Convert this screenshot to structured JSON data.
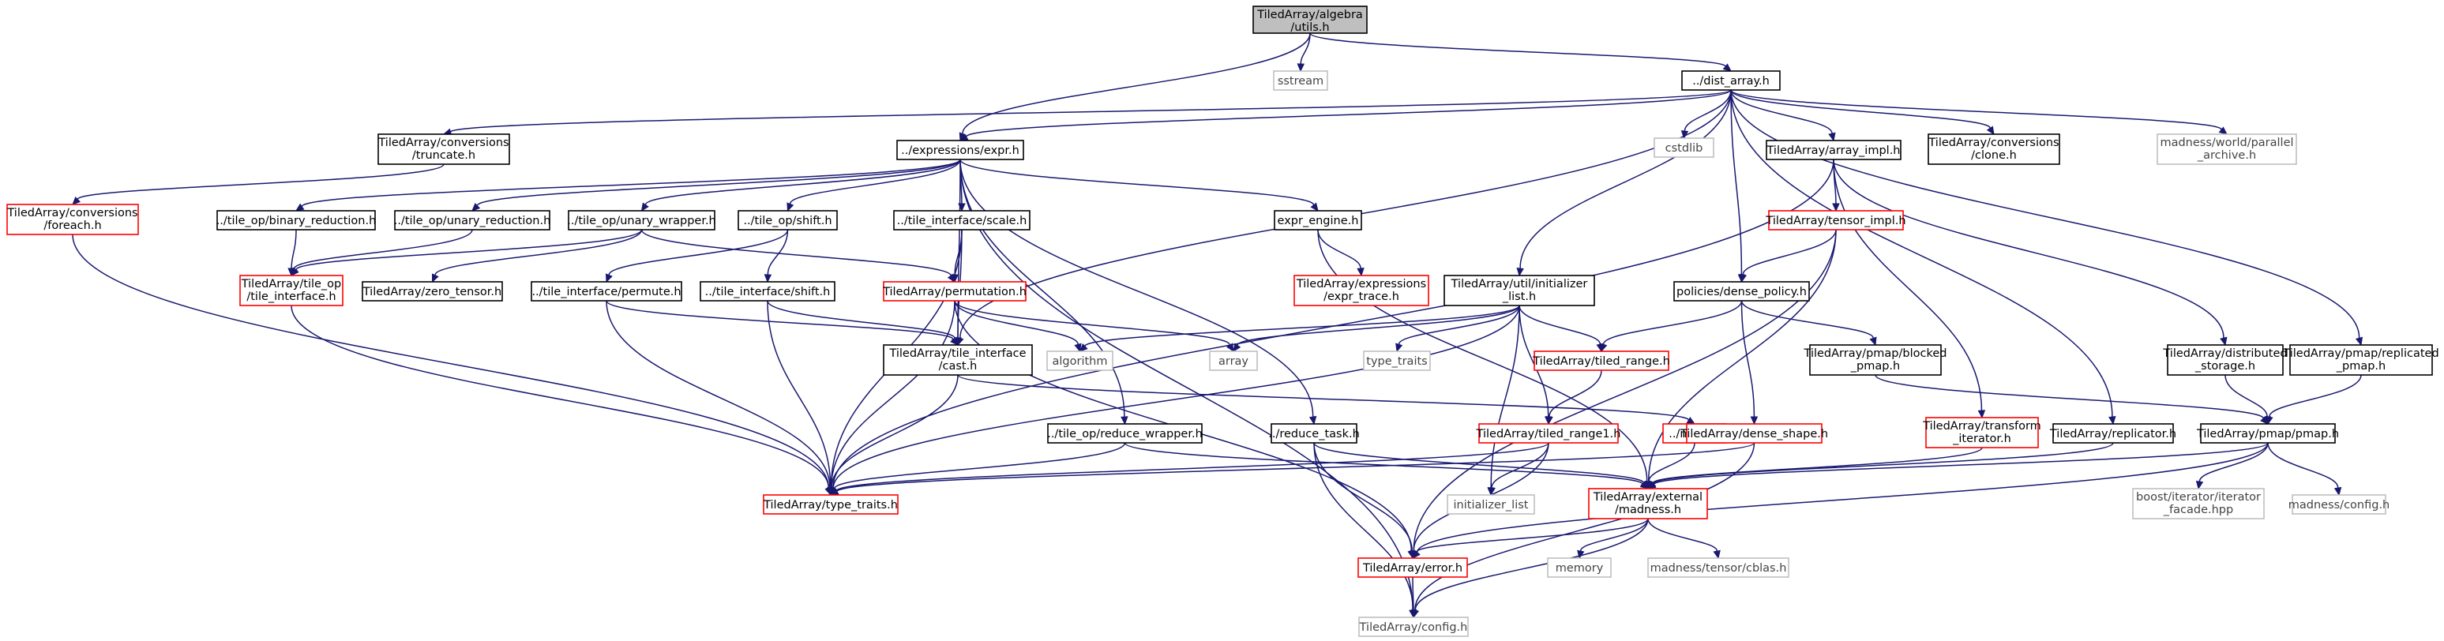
{
  "nodes": [
    {
      "id": "root",
      "lines": [
        "TiledArray/algebra",
        "/utils.h"
      ],
      "style": "root"
    },
    {
      "id": "sstream",
      "lines": [
        "sstream"
      ],
      "style": "gray"
    },
    {
      "id": "dist_array",
      "lines": [
        "../dist_array.h"
      ],
      "style": "black"
    },
    {
      "id": "truncate",
      "lines": [
        "TiledArray/conversions",
        "/truncate.h"
      ],
      "style": "black"
    },
    {
      "id": "expr",
      "lines": [
        "../expressions/expr.h"
      ],
      "style": "black"
    },
    {
      "id": "cstdlib",
      "lines": [
        "cstdlib"
      ],
      "style": "gray"
    },
    {
      "id": "array_impl",
      "lines": [
        "TiledArray/array_impl.h"
      ],
      "style": "black"
    },
    {
      "id": "clone",
      "lines": [
        "TiledArray/conversions",
        "/clone.h"
      ],
      "style": "black"
    },
    {
      "id": "parallel_archive",
      "lines": [
        "madness/world/parallel",
        "_archive.h"
      ],
      "style": "gray"
    },
    {
      "id": "foreach",
      "lines": [
        "TiledArray/conversions",
        "/foreach.h"
      ],
      "style": "red"
    },
    {
      "id": "binary_reduction",
      "lines": [
        "../tile_op/binary_reduction.h"
      ],
      "style": "black"
    },
    {
      "id": "unary_reduction",
      "lines": [
        "../tile_op/unary_reduction.h"
      ],
      "style": "black"
    },
    {
      "id": "unary_wrapper",
      "lines": [
        "../tile_op/unary_wrapper.h"
      ],
      "style": "black"
    },
    {
      "id": "shift",
      "lines": [
        "../tile_op/shift.h"
      ],
      "style": "black"
    },
    {
      "id": "scale",
      "lines": [
        "../tile_interface/scale.h"
      ],
      "style": "black"
    },
    {
      "id": "expr_engine",
      "lines": [
        "expr_engine.h"
      ],
      "style": "black"
    },
    {
      "id": "tensor_impl",
      "lines": [
        "TiledArray/tensor_impl.h"
      ],
      "style": "red"
    },
    {
      "id": "tile_interface_h",
      "lines": [
        "TiledArray/tile_op",
        "/tile_interface.h"
      ],
      "style": "red"
    },
    {
      "id": "zero_tensor",
      "lines": [
        "TiledArray/zero_tensor.h"
      ],
      "style": "black"
    },
    {
      "id": "permute",
      "lines": [
        "../tile_interface/permute.h"
      ],
      "style": "black"
    },
    {
      "id": "ti_shift",
      "lines": [
        "../tile_interface/shift.h"
      ],
      "style": "black"
    },
    {
      "id": "permutation",
      "lines": [
        "TiledArray/permutation.h"
      ],
      "style": "red"
    },
    {
      "id": "expr_trace",
      "lines": [
        "TiledArray/expressions",
        "/expr_trace.h"
      ],
      "style": "red"
    },
    {
      "id": "initializer",
      "lines": [
        "TiledArray/util/initializer",
        "_list.h"
      ],
      "style": "black"
    },
    {
      "id": "dense_policy",
      "lines": [
        "policies/dense_policy.h"
      ],
      "style": "black"
    },
    {
      "id": "cast",
      "lines": [
        "TiledArray/tile_interface",
        "/cast.h"
      ],
      "style": "black"
    },
    {
      "id": "algorithm",
      "lines": [
        "algorithm"
      ],
      "style": "gray"
    },
    {
      "id": "array",
      "lines": [
        "array"
      ],
      "style": "gray"
    },
    {
      "id": "type_traits_std",
      "lines": [
        "type_traits"
      ],
      "style": "gray"
    },
    {
      "id": "tiled_range",
      "lines": [
        "TiledArray/tiled_range.h"
      ],
      "style": "red"
    },
    {
      "id": "blocked_pmap",
      "lines": [
        "TiledArray/pmap/blocked",
        "_pmap.h"
      ],
      "style": "black"
    },
    {
      "id": "distributed_storage",
      "lines": [
        "TiledArray/distributed",
        "_storage.h"
      ],
      "style": "black"
    },
    {
      "id": "replicated_pmap",
      "lines": [
        "TiledArray/pmap/replicated",
        "_pmap.h"
      ],
      "style": "black"
    },
    {
      "id": "reduce_wrapper",
      "lines": [
        "../tile_op/reduce_wrapper.h"
      ],
      "style": "black"
    },
    {
      "id": "reduce_task",
      "lines": [
        "../reduce_task.h"
      ],
      "style": "black"
    },
    {
      "id": "meta",
      "lines": [
        "../meta.h"
      ],
      "style": "red"
    },
    {
      "id": "tiled_range1",
      "lines": [
        "TiledArray/tiled_range1.h"
      ],
      "style": "red"
    },
    {
      "id": "dense_shape",
      "lines": [
        "TiledArray/dense_shape.h"
      ],
      "style": "red"
    },
    {
      "id": "transform_iterator",
      "lines": [
        "TiledArray/transform",
        "_iterator.h"
      ],
      "style": "red"
    },
    {
      "id": "replicator",
      "lines": [
        "TiledArray/replicator.h"
      ],
      "style": "black"
    },
    {
      "id": "pmap",
      "lines": [
        "TiledArray/pmap/pmap.h"
      ],
      "style": "black"
    },
    {
      "id": "type_traits",
      "lines": [
        "TiledArray/type_traits.h"
      ],
      "style": "red"
    },
    {
      "id": "initializer_list",
      "lines": [
        "initializer_list"
      ],
      "style": "gray"
    },
    {
      "id": "madness",
      "lines": [
        "TiledArray/external",
        "/madness.h"
      ],
      "style": "red"
    },
    {
      "id": "boost_iter",
      "lines": [
        "boost/iterator/iterator",
        "_facade.hpp"
      ],
      "style": "gray"
    },
    {
      "id": "madness_config",
      "lines": [
        "madness/config.h"
      ],
      "style": "gray"
    },
    {
      "id": "error",
      "lines": [
        "TiledArray/error.h"
      ],
      "style": "red"
    },
    {
      "id": "memory",
      "lines": [
        "memory"
      ],
      "style": "gray"
    },
    {
      "id": "cblas",
      "lines": [
        "madness/tensor/cblas.h"
      ],
      "style": "gray"
    },
    {
      "id": "config",
      "lines": [
        "TiledArray/config.h"
      ],
      "style": "gray"
    }
  ],
  "edges": [
    [
      "root",
      "sstream"
    ],
    [
      "root",
      "dist_array"
    ],
    [
      "root",
      "expr"
    ],
    [
      "dist_array",
      "truncate"
    ],
    [
      "dist_array",
      "expr"
    ],
    [
      "dist_array",
      "cstdlib"
    ],
    [
      "dist_array",
      "array_impl"
    ],
    [
      "dist_array",
      "clone"
    ],
    [
      "dist_array",
      "parallel_archive"
    ],
    [
      "dist_array",
      "initializer"
    ],
    [
      "dist_array",
      "dense_policy"
    ],
    [
      "dist_array",
      "cast"
    ],
    [
      "dist_array",
      "replicator"
    ],
    [
      "dist_array",
      "replicated_pmap"
    ],
    [
      "truncate",
      "foreach"
    ],
    [
      "foreach",
      "type_traits"
    ],
    [
      "expr",
      "binary_reduction"
    ],
    [
      "expr",
      "unary_reduction"
    ],
    [
      "expr",
      "unary_wrapper"
    ],
    [
      "expr",
      "shift"
    ],
    [
      "expr",
      "scale"
    ],
    [
      "expr",
      "expr_engine"
    ],
    [
      "expr",
      "reduce_wrapper"
    ],
    [
      "expr",
      "reduce_task"
    ],
    [
      "expr",
      "cast"
    ],
    [
      "expr",
      "config"
    ],
    [
      "binary_reduction",
      "tile_interface_h"
    ],
    [
      "unary_reduction",
      "tile_interface_h"
    ],
    [
      "unary_wrapper",
      "tile_interface_h"
    ],
    [
      "unary_wrapper",
      "zero_tensor"
    ],
    [
      "unary_wrapper",
      "permutation"
    ],
    [
      "shift",
      "permute"
    ],
    [
      "shift",
      "ti_shift"
    ],
    [
      "scale",
      "permutation"
    ],
    [
      "scale",
      "cast"
    ],
    [
      "scale",
      "type_traits"
    ],
    [
      "tile_interface_h",
      "type_traits"
    ],
    [
      "permute",
      "cast"
    ],
    [
      "permute",
      "type_traits"
    ],
    [
      "ti_shift",
      "cast"
    ],
    [
      "ti_shift",
      "type_traits"
    ],
    [
      "permutation",
      "algorithm"
    ],
    [
      "permutation",
      "array"
    ],
    [
      "permutation",
      "error"
    ],
    [
      "permutation",
      "type_traits"
    ],
    [
      "cast",
      "type_traits"
    ],
    [
      "cast",
      "meta"
    ],
    [
      "expr_engine",
      "expr_trace"
    ],
    [
      "expr_engine",
      "madness"
    ],
    [
      "array_impl",
      "tensor_impl"
    ],
    [
      "array_impl",
      "transform_iterator"
    ],
    [
      "array_impl",
      "distributed_storage"
    ],
    [
      "array_impl",
      "type_traits"
    ],
    [
      "tensor_impl",
      "dense_policy"
    ],
    [
      "tensor_impl",
      "madness"
    ],
    [
      "tensor_impl",
      "error"
    ],
    [
      "initializer",
      "algorithm"
    ],
    [
      "initializer",
      "array"
    ],
    [
      "initializer",
      "type_traits_std"
    ],
    [
      "initializer",
      "tiled_range"
    ],
    [
      "initializer",
      "tiled_range1"
    ],
    [
      "initializer",
      "initializer_list"
    ],
    [
      "initializer",
      "type_traits"
    ],
    [
      "dense_policy",
      "tiled_range"
    ],
    [
      "dense_policy",
      "dense_shape"
    ],
    [
      "dense_policy",
      "blocked_pmap"
    ],
    [
      "tiled_range",
      "tiled_range1"
    ],
    [
      "tiled_range1",
      "type_traits"
    ],
    [
      "tiled_range1",
      "initializer_list"
    ],
    [
      "tiled_range1",
      "error"
    ],
    [
      "reduce_wrapper",
      "type_traits"
    ],
    [
      "reduce_wrapper",
      "madness"
    ],
    [
      "reduce_task",
      "madness"
    ],
    [
      "reduce_task",
      "error"
    ],
    [
      "reduce_task",
      "config"
    ],
    [
      "meta",
      "madness"
    ],
    [
      "dense_shape",
      "type_traits"
    ],
    [
      "dense_shape",
      "config"
    ],
    [
      "transform_iterator",
      "madness"
    ],
    [
      "blocked_pmap",
      "pmap"
    ],
    [
      "distributed_storage",
      "pmap"
    ],
    [
      "replicated_pmap",
      "pmap"
    ],
    [
      "replicator",
      "madness"
    ],
    [
      "pmap",
      "madness"
    ],
    [
      "pmap",
      "error"
    ],
    [
      "pmap",
      "boost_iter"
    ],
    [
      "pmap",
      "madness_config"
    ],
    [
      "madness",
      "error"
    ],
    [
      "madness",
      "memory"
    ],
    [
      "madness",
      "cblas"
    ],
    [
      "madness",
      "config"
    ],
    [
      "error",
      "config"
    ]
  ]
}
